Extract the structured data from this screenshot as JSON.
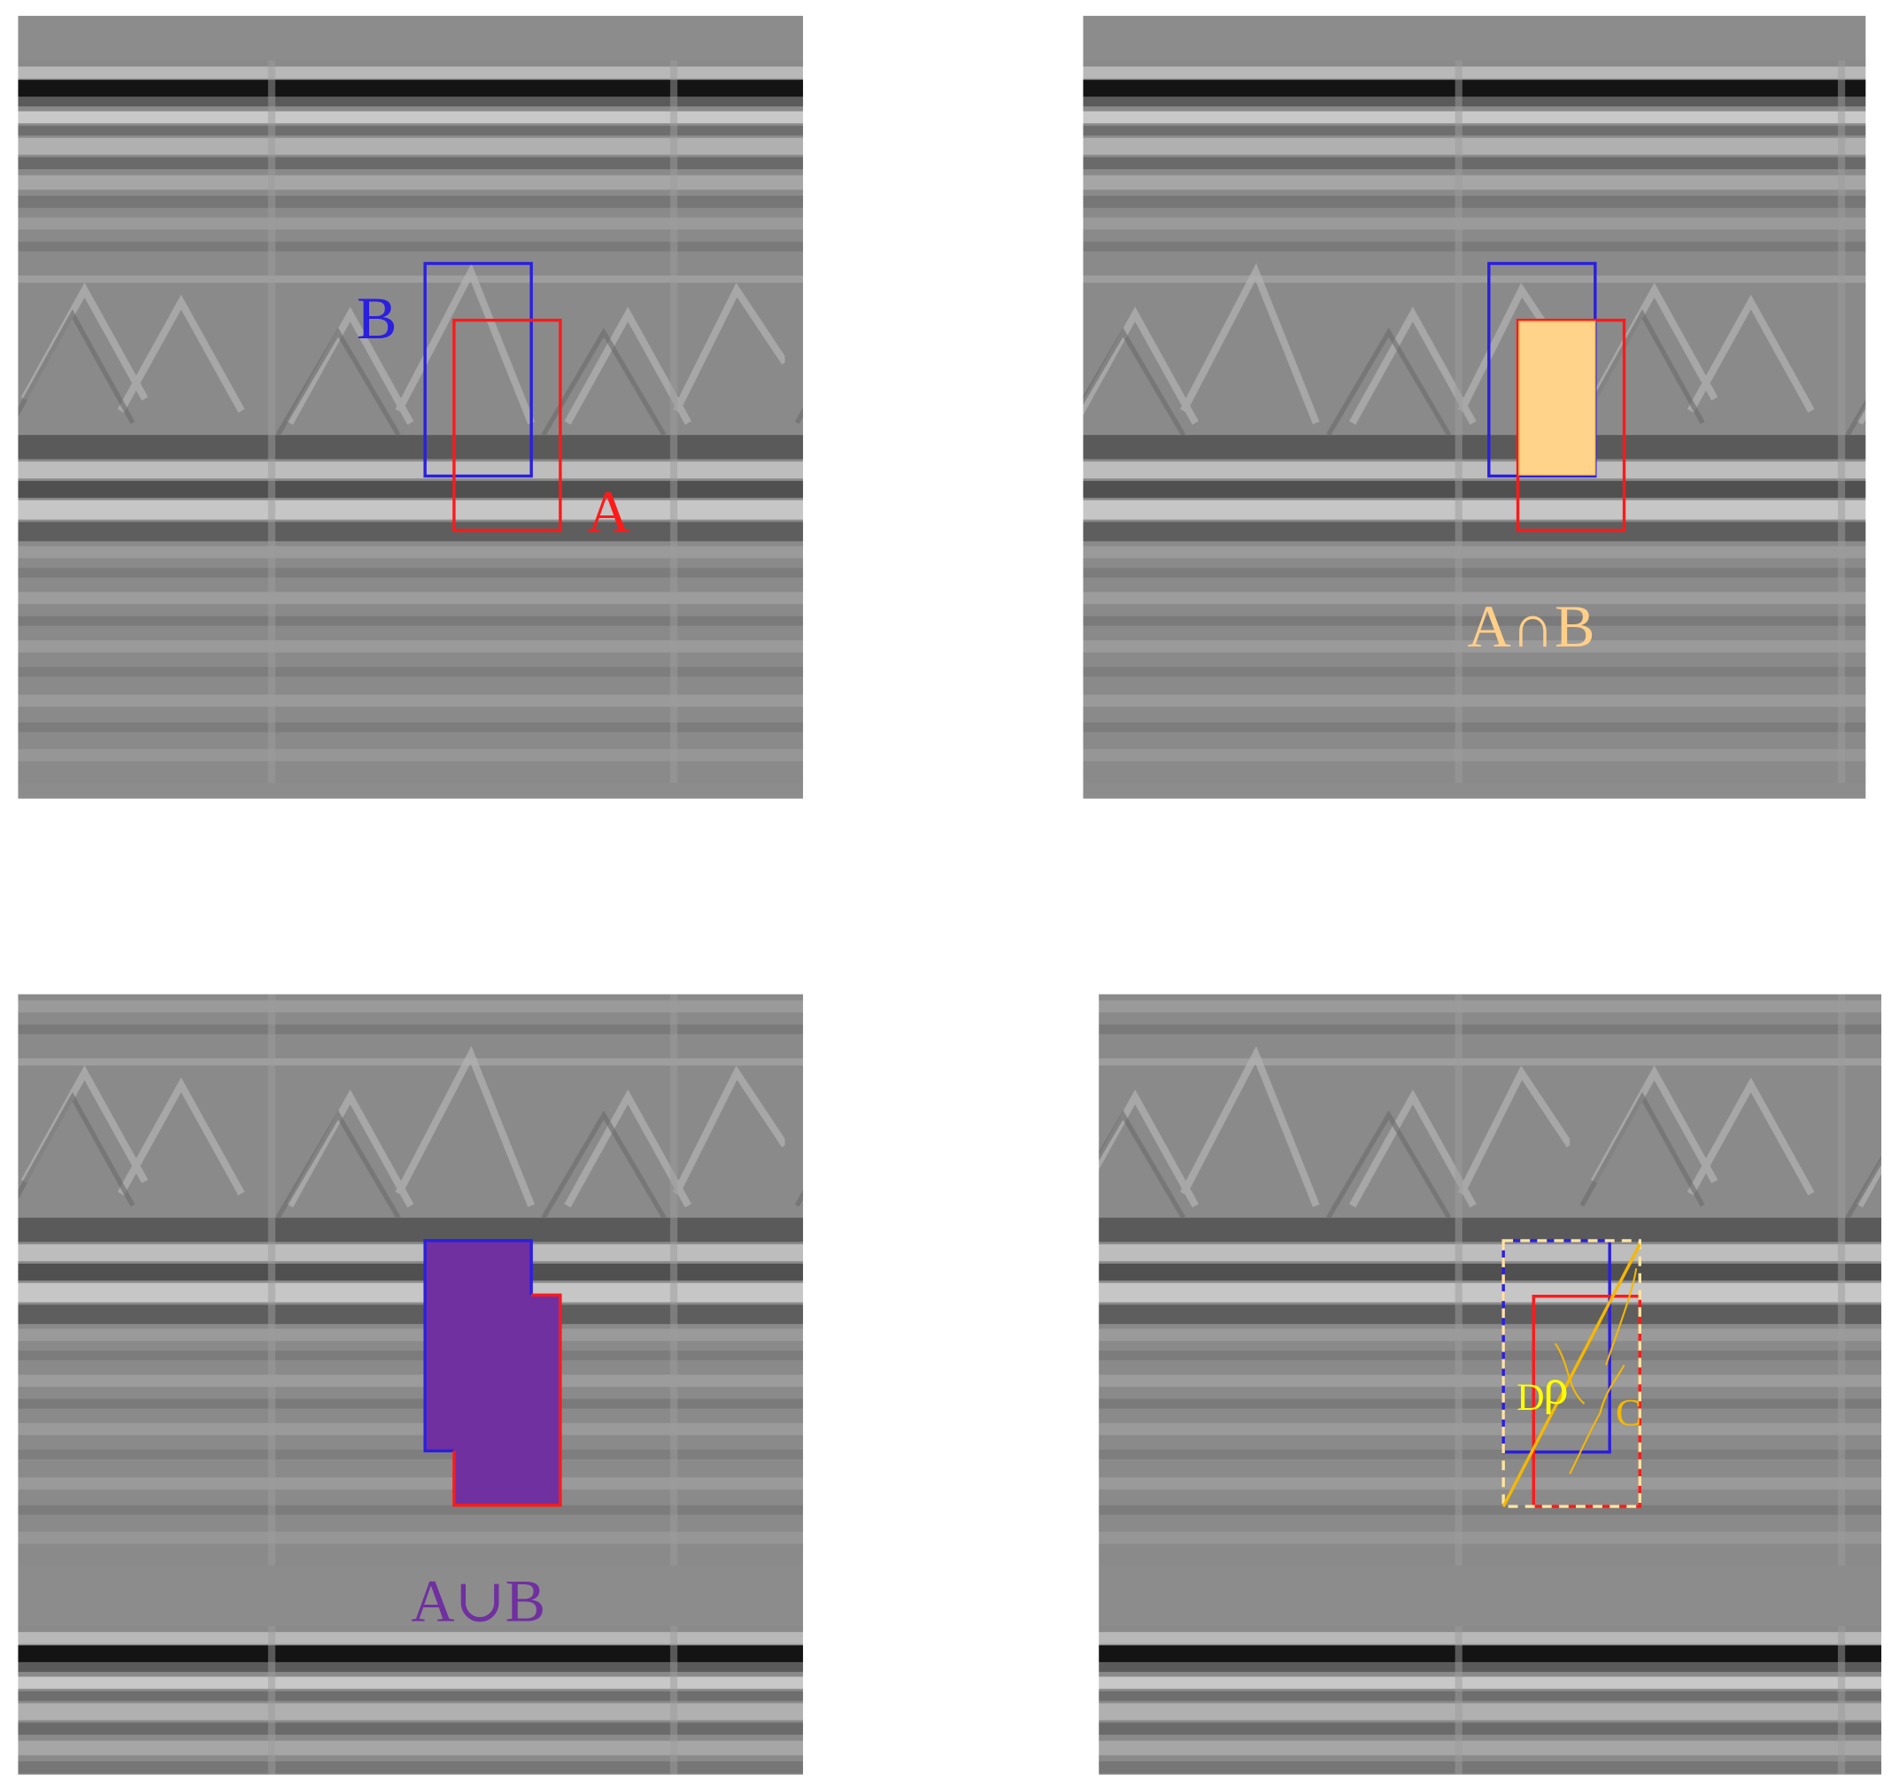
{
  "panels": {
    "top_left": {
      "label_b": "B",
      "label_a": "A",
      "colors": {
        "box_b": "#2b1fe0",
        "box_a": "#ff1a1a"
      }
    },
    "top_right": {
      "label": "A∩B",
      "colors": {
        "box_b": "#2b1fe0",
        "box_a": "#ff1a1a",
        "intersection_fill": "#ffd48a",
        "label": "#ffcf8a"
      }
    },
    "bottom_left": {
      "label": "A∪B",
      "colors": {
        "union_fill": "#7030a0",
        "box_b": "#2b1fe0",
        "box_a": "#ff1a1a",
        "label": "#7030a0"
      }
    },
    "bottom_right": {
      "label_c": "C",
      "label_d": "D",
      "label_rho": "ρ",
      "colors": {
        "box_b": "#2b1fe0",
        "box_a": "#ff1a1a",
        "enclosing_box": "#ffe4a0",
        "diagonal": "#f5b800",
        "labels": "#ffff00"
      }
    }
  }
}
